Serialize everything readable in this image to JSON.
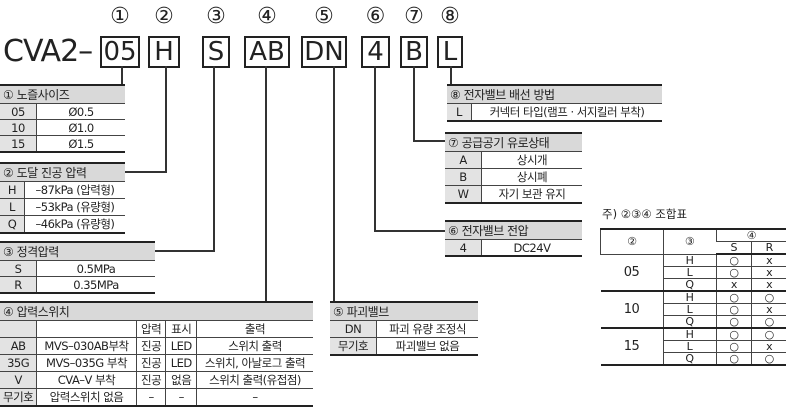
{
  "code": {
    "prefix": "CVA2–",
    "segments": [
      {
        "num": "①",
        "val": "05"
      },
      {
        "num": "②",
        "val": "H"
      },
      {
        "num": "③",
        "val": "S"
      },
      {
        "num": "④",
        "val": "AB"
      },
      {
        "num": "⑤",
        "val": "DN"
      },
      {
        "num": "⑥",
        "val": "4"
      },
      {
        "num": "⑦",
        "val": "B"
      },
      {
        "num": "⑧",
        "val": "L"
      }
    ]
  },
  "t1": {
    "title": "① 노즐사이즈",
    "rows": [
      [
        "05",
        "Ø0.5"
      ],
      [
        "10",
        "Ø1.0"
      ],
      [
        "15",
        "Ø1.5"
      ]
    ]
  },
  "t2": {
    "title": "② 도달 진공 압력",
    "rows": [
      [
        "H",
        "–87kPa (압력형)"
      ],
      [
        "L",
        "–53kPa (유량형)"
      ],
      [
        "Q",
        "–46kPa (유량형)"
      ]
    ]
  },
  "t3": {
    "title": "③ 정격압력",
    "rows": [
      [
        "S",
        "0.5MPa"
      ],
      [
        "R",
        "0.35MPa"
      ]
    ]
  },
  "t4": {
    "title": "④ 압력스위치",
    "head": [
      "",
      "",
      "압력",
      "표시",
      "출력"
    ],
    "rows": [
      [
        "AB",
        "MVS–030AB부착",
        "진공",
        "LED",
        "스위치 출력"
      ],
      [
        "35G",
        "MVS–035G 부착",
        "진공",
        "LED",
        "스위치, 아날로그 출력"
      ],
      [
        "V",
        "CVA–V 부착",
        "진공",
        "없음",
        "스위치 출력(유접점)"
      ],
      [
        "무기호",
        "압력스위치 없음",
        "–",
        "–",
        "–"
      ]
    ]
  },
  "t5": {
    "title": "⑤ 파괴밸브",
    "rows": [
      [
        "DN",
        "파괴 유량 조정식"
      ],
      [
        "무기호",
        "파괴밸브 없음"
      ]
    ]
  },
  "t6": {
    "title": "⑥ 전자밸브 전압",
    "rows": [
      [
        "4",
        "DC24V"
      ]
    ]
  },
  "t7": {
    "title": "⑦ 공급공기 유로상태",
    "rows": [
      [
        "A",
        "상시개"
      ],
      [
        "B",
        "상시폐"
      ],
      [
        "W",
        "자기 보관 유지"
      ]
    ]
  },
  "t8": {
    "title": "⑧ 전자밸브 배선 방법",
    "rows": [
      [
        "L",
        "커넥터 타입(램프 · 서지킬러 부착)"
      ]
    ]
  },
  "combo": {
    "note": "주) ②③④ 조합표",
    "h1": "②",
    "h2": "③",
    "h3": "④",
    "s": "S",
    "r": "R",
    "groups": [
      {
        "size": "05",
        "rows": [
          [
            "H",
            "○",
            "x"
          ],
          [
            "L",
            "○",
            "x"
          ],
          [
            "Q",
            "x",
            "x"
          ]
        ]
      },
      {
        "size": "10",
        "rows": [
          [
            "H",
            "○",
            "○"
          ],
          [
            "L",
            "○",
            "x"
          ],
          [
            "Q",
            "○",
            "○"
          ]
        ]
      },
      {
        "size": "15",
        "rows": [
          [
            "H",
            "○",
            "○"
          ],
          [
            "L",
            "○",
            "x"
          ],
          [
            "Q",
            "○",
            "○"
          ]
        ]
      }
    ]
  }
}
